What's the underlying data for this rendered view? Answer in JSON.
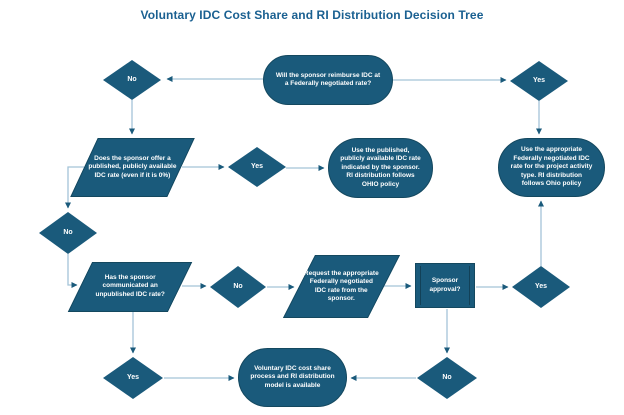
{
  "title": "Voluntary IDC Cost Share and RI Distribution Decision Tree",
  "colors": {
    "shape_fill": "#1a5a7b",
    "shape_border": "#14485f",
    "shape_text": "#ffffff",
    "connector_line": "#a3c4d8",
    "arrowhead": "#1a5a7b",
    "title_text": "#1a6091",
    "background": "#ffffff"
  },
  "nodes": {
    "start": {
      "type": "terminator",
      "label": "Will the sponsor reimburse IDC at a Federally negotiated rate?"
    },
    "no_reimburse": {
      "type": "decision",
      "label": "No"
    },
    "yes_reimburse": {
      "type": "decision",
      "label": "Yes"
    },
    "para_published": {
      "type": "data",
      "label": "Does the sponsor offer a published, publicly available IDC rate (even if it is 0%)"
    },
    "yes_published": {
      "type": "decision",
      "label": "Yes"
    },
    "use_published": {
      "type": "terminator",
      "label": "Use the published, publicly available IDC rate indicated by the sponsor. RI distribution follows OHIO policy"
    },
    "use_federal": {
      "type": "terminator",
      "label": "Use the appropriate Federally negotiated IDC rate for the project activity type. RI distribution follows Ohio policy"
    },
    "no_published": {
      "type": "decision",
      "label": "No"
    },
    "para_unpublished": {
      "type": "data",
      "label": "Has the sponsor communicated an unpublished IDC rate?"
    },
    "no_unpublished": {
      "type": "decision",
      "label": "No"
    },
    "request_rate": {
      "type": "data",
      "label": "Request the appropriate Federally negotiated IDC rate from the sponsor."
    },
    "sponsor_approval": {
      "type": "process",
      "label": "Sponsor approval?"
    },
    "yes_approval": {
      "type": "decision",
      "label": "Yes"
    },
    "yes_unpublished": {
      "type": "decision",
      "label": "Yes"
    },
    "voluntary_model": {
      "type": "terminator",
      "label": "Voluntary IDC cost share process and RI distribution model is available"
    },
    "no_approval": {
      "type": "decision",
      "label": "No"
    }
  },
  "edges": [
    {
      "from": "start",
      "to": "no_reimburse"
    },
    {
      "from": "start",
      "to": "yes_reimburse"
    },
    {
      "from": "no_reimburse",
      "to": "para_published"
    },
    {
      "from": "yes_reimburse",
      "to": "use_federal"
    },
    {
      "from": "para_published",
      "to": "yes_published"
    },
    {
      "from": "yes_published",
      "to": "use_published"
    },
    {
      "from": "para_published",
      "to": "no_published"
    },
    {
      "from": "no_published",
      "to": "para_unpublished"
    },
    {
      "from": "para_unpublished",
      "to": "no_unpublished"
    },
    {
      "from": "no_unpublished",
      "to": "request_rate"
    },
    {
      "from": "request_rate",
      "to": "sponsor_approval"
    },
    {
      "from": "sponsor_approval",
      "to": "yes_approval"
    },
    {
      "from": "yes_approval",
      "to": "use_federal"
    },
    {
      "from": "para_unpublished",
      "to": "yes_unpublished"
    },
    {
      "from": "yes_unpublished",
      "to": "voluntary_model"
    },
    {
      "from": "sponsor_approval",
      "to": "no_approval"
    },
    {
      "from": "no_approval",
      "to": "voluntary_model"
    }
  ]
}
